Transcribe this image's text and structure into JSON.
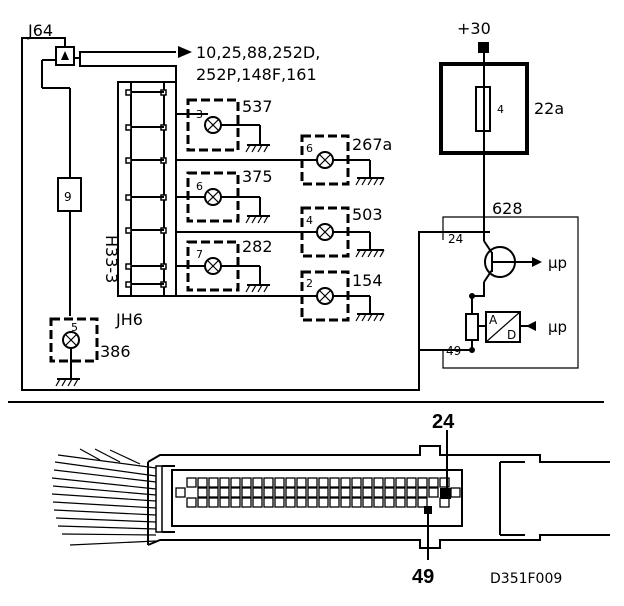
{
  "labels": {
    "j64": "J64",
    "dest": "10,25,88,252D,",
    "dest2": "252P,148F,161",
    "plus30": "+30",
    "fuse_num": "4",
    "relay": "22a",
    "ecu": "628",
    "pin24": "24",
    "pin49": "49",
    "mu1": "µp",
    "mu2": "µp",
    "ad_a": "A",
    "ad_d": "D",
    "h33": "H33-3",
    "jh6": "JH6",
    "fuse9": "9",
    "lamp386_num": "5",
    "lamp386": "386",
    "lamp537_num": "3",
    "lamp537": "537",
    "lamp267_num": "6",
    "lamp267": "267a",
    "lamp375_num": "6",
    "lamp375": "375",
    "lamp503_num": "4",
    "lamp503": "503",
    "lamp282_num": "7",
    "lamp282": "282",
    "lamp154_num": "2",
    "lamp154": "154",
    "conn_top": "24",
    "conn_bottom": "49",
    "ref": "D351F009"
  },
  "icons": [
    "lamp-icon",
    "ground-icon",
    "transistor-icon",
    "fuse-icon",
    "ad-converter-icon"
  ]
}
